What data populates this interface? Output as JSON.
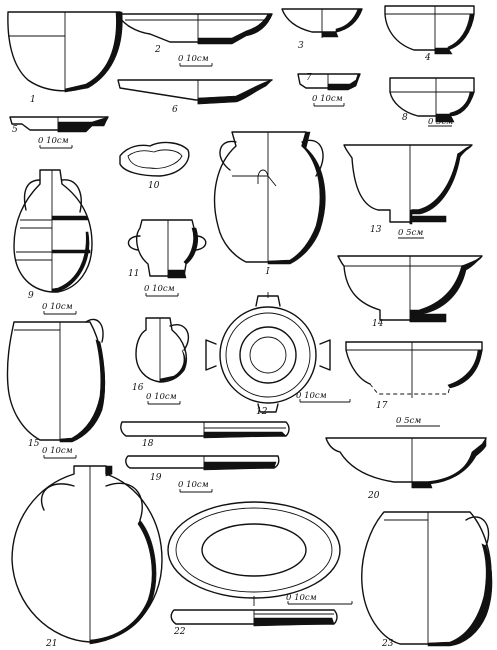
{
  "labels": {
    "n1": "1",
    "n2": "2",
    "n3": "3",
    "n4": "4",
    "n5": "5",
    "n6": "6",
    "n7": "7",
    "n8": "8",
    "n9": "9",
    "n10": "10",
    "n11": "11",
    "n12": "12",
    "n13": "13",
    "n14": "14",
    "n15": "15",
    "n16": "16",
    "n17": "17",
    "n18": "18",
    "n19": "19",
    "n20": "20",
    "n21": "21",
    "n22": "22",
    "n23": "23"
  },
  "scales": {
    "s_top": "0   10см",
    "s_7": "0   10см",
    "s_8": "0  5см",
    "s_5": "0   10см",
    "s_9": "0   10см",
    "s_11": "0   10см",
    "s_13": "0  5см",
    "s_16": "0   10см",
    "s_12": "0         10см",
    "s_17": "0   5см",
    "s_15": "0   10см",
    "s_19": "0   10см",
    "s_22": "0      10см"
  },
  "section_marker": "I"
}
